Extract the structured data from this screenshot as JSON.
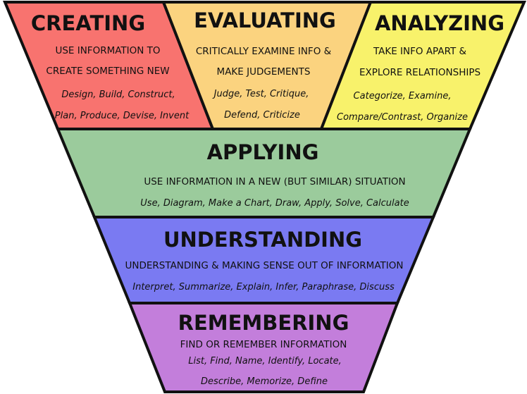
{
  "colors": {
    "creating": "#f8736f",
    "evaluating": "#fbd37f",
    "analyzing": "#f8f26b",
    "applying": "#9bcb9c",
    "understanding": "#7a7af2",
    "remembering": "#c37edb"
  },
  "levels": {
    "creating": {
      "title": "CREATING",
      "desc": [
        "USE INFORMATION TO",
        "CREATE SOMETHING NEW"
      ],
      "examples": [
        "Design, Build, Construct,",
        "Plan, Produce, Devise, Invent"
      ]
    },
    "evaluating": {
      "title": "EVALUATING",
      "desc": [
        "CRITICALLY EXAMINE INFO &",
        "MAKE JUDGEMENTS"
      ],
      "examples": [
        "Judge, Test, Critique,",
        "Defend, Criticize"
      ]
    },
    "analyzing": {
      "title": "ANALYZING",
      "desc": [
        "TAKE INFO APART &",
        "EXPLORE RELATIONSHIPS"
      ],
      "examples": [
        "Categorize, Examine,",
        "Compare/Contrast, Organize"
      ]
    },
    "applying": {
      "title": "APPLYING",
      "desc": [
        "USE INFORMATION IN A NEW (BUT SIMILAR) SITUATION"
      ],
      "examples": [
        "Use, Diagram, Make a Chart, Draw, Apply, Solve, Calculate"
      ]
    },
    "understanding": {
      "title": "UNDERSTANDING",
      "desc": [
        "UNDERSTANDING & MAKING SENSE OUT OF INFORMATION"
      ],
      "examples": [
        "Interpret, Summarize, Explain, Infer, Paraphrase, Discuss"
      ]
    },
    "remembering": {
      "title": "REMEMBERING",
      "desc": [
        "FIND OR REMEMBER INFORMATION"
      ],
      "examples": [
        "List, Find, Name, Identify, Locate,",
        "Describe, Memorize, Define"
      ]
    }
  }
}
